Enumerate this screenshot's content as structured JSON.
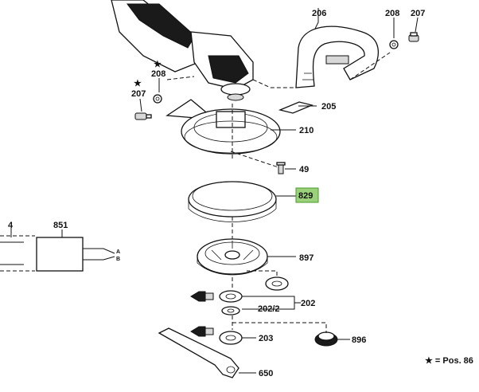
{
  "labels": {
    "p206": "206",
    "p208_top": "208",
    "p207_top": "207",
    "p208_left": "208",
    "p207_left": "207",
    "p205": "205",
    "p210": "210",
    "p49": "49",
    "p829": "829",
    "p4": "4",
    "p851": "851",
    "pA": "A",
    "pB": "B",
    "p897": "897",
    "p202": "202",
    "p202_2": "202/2",
    "p203": "203",
    "p896": "896",
    "p650": "650"
  },
  "legend": {
    "star1": "★",
    "star2": "★",
    "text": "★ = Pos. 86"
  },
  "highlight_color": "#9bd17a",
  "highlight_border": "#4a9a2a"
}
